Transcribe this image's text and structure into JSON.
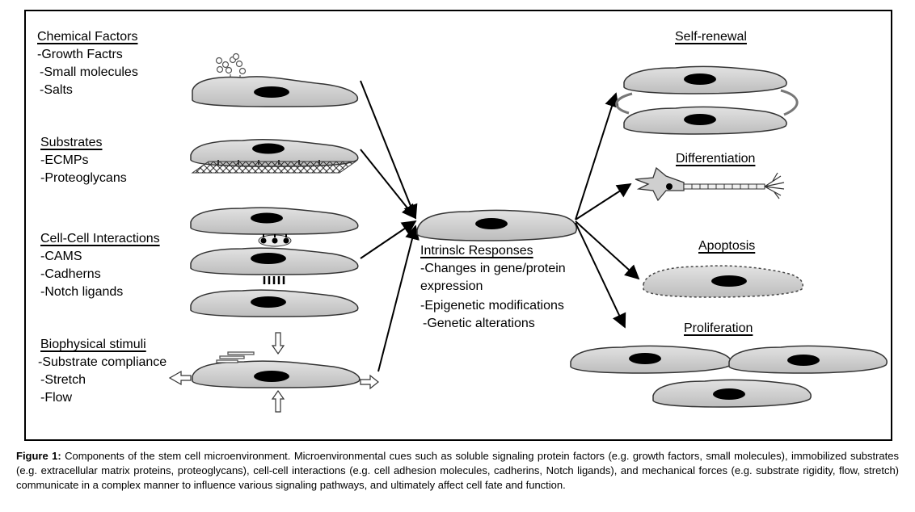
{
  "chemical": {
    "heading": "Chemical Factors",
    "items": [
      "-Growth Factrs",
      "-Small molecules",
      "-Salts"
    ]
  },
  "substrates": {
    "heading": "Substrates",
    "items": [
      "-ECMPs",
      "-Proteoglycans"
    ]
  },
  "cellcell": {
    "heading": "Cell-Cell Interactions",
    "items": [
      "-CAMS",
      "-Cadherns",
      "-Notch ligands"
    ]
  },
  "biophysical": {
    "heading": "Biophysical stimuli",
    "items": [
      "-Substrate compliance",
      "-Stretch",
      "-Flow"
    ]
  },
  "intrinsic": {
    "heading": "Intrinslc Responses",
    "items": [
      "-Changes in gene/protein",
      "expression",
      "-Epigenetic modifications",
      "-Genetic alterations"
    ]
  },
  "outcomes": {
    "self_renewal": "Self-renewal",
    "differentiation": "Differentiation",
    "apoptosis": "Apoptosis",
    "proliferation": "Proliferation"
  },
  "caption": {
    "label": "Figure 1:",
    "text": "Components of the stem cell microenvironment. Microenvironmental cues such as soluble signaling protein factors (e.g. growth factors, small molecules), immobilized substrates (e.g. extracellular matrix proteins, proteoglycans), cell-cell interactions (e.g. cell adhesion molecules, cadherins, Notch ligands), and mechanical forces (e.g. substrate rigidity, flow, stretch) communicate in a complex manner to influence various signaling pathways, and ultimately affect cell fate and function."
  },
  "colors": {
    "cell_fill": "#d2d2d2",
    "nucleus": "#000000",
    "outline": "#333333"
  }
}
